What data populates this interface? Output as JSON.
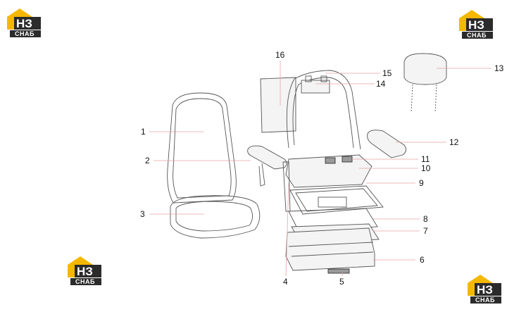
{
  "logos": [
    {
      "id": "logo-top-left",
      "mark": "НЗ",
      "text": "СНАБ"
    },
    {
      "id": "logo-top-right",
      "mark": "НЗ",
      "text": "СНАБ"
    },
    {
      "id": "logo-bottom-left",
      "mark": "НЗ",
      "text": "СНАБ"
    },
    {
      "id": "logo-bottom-right",
      "mark": "НЗ",
      "text": "СНАБ"
    }
  ],
  "colors": {
    "logo_accent": "#f5b800",
    "logo_dark": "#2b2b2b",
    "leader": "#e6a3a3"
  },
  "callouts": [
    "1",
    "2",
    "3",
    "4",
    "5",
    "6",
    "7",
    "8",
    "9",
    "10",
    "11",
    "12",
    "13",
    "14",
    "15",
    "16"
  ]
}
